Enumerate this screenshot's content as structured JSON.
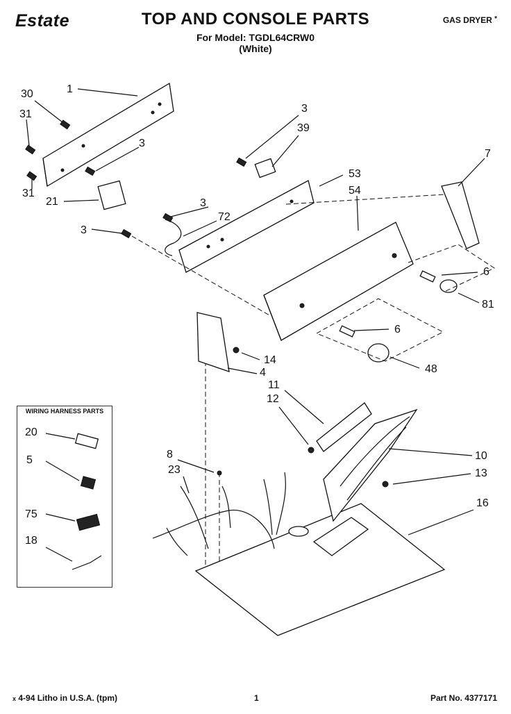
{
  "header": {
    "brand": "Estate",
    "title": "TOP AND CONSOLE PARTS",
    "model_line": "For Model: TGDL64CRW0",
    "color_line": "(White)",
    "product_type": "GAS DRYER",
    "star": "*"
  },
  "harness_box": {
    "title": "WIRING HARNESS PARTS"
  },
  "callouts": [
    {
      "id": "c30",
      "label": "30"
    },
    {
      "id": "c1",
      "label": "1"
    },
    {
      "id": "c31a",
      "label": "31"
    },
    {
      "id": "c3a",
      "label": "3"
    },
    {
      "id": "c31b",
      "label": "31"
    },
    {
      "id": "c21",
      "label": "21"
    },
    {
      "id": "c3b",
      "label": "3"
    },
    {
      "id": "c72",
      "label": "72"
    },
    {
      "id": "c3c",
      "label": "3"
    },
    {
      "id": "c3d",
      "label": "3"
    },
    {
      "id": "c39",
      "label": "39"
    },
    {
      "id": "c53",
      "label": "53"
    },
    {
      "id": "c54",
      "label": "54"
    },
    {
      "id": "c7",
      "label": "7"
    },
    {
      "id": "c6a",
      "label": "6"
    },
    {
      "id": "c81",
      "label": "81"
    },
    {
      "id": "c6b",
      "label": "6"
    },
    {
      "id": "c48",
      "label": "48"
    },
    {
      "id": "c14",
      "label": "14"
    },
    {
      "id": "c4",
      "label": "4"
    },
    {
      "id": "c11",
      "label": "11"
    },
    {
      "id": "c12",
      "label": "12"
    },
    {
      "id": "c20",
      "label": "20"
    },
    {
      "id": "c5",
      "label": "5"
    },
    {
      "id": "c75",
      "label": "75"
    },
    {
      "id": "c18",
      "label": "18"
    },
    {
      "id": "c8",
      "label": "8"
    },
    {
      "id": "c23",
      "label": "23"
    },
    {
      "id": "c10",
      "label": "10"
    },
    {
      "id": "c13",
      "label": "13"
    },
    {
      "id": "c16",
      "label": "16"
    }
  ],
  "footer": {
    "litho": "4-94 Litho in U.S.A. (tpm)",
    "litho_prefix": "x",
    "page": "1",
    "part_no": "Part No. 4377171"
  }
}
